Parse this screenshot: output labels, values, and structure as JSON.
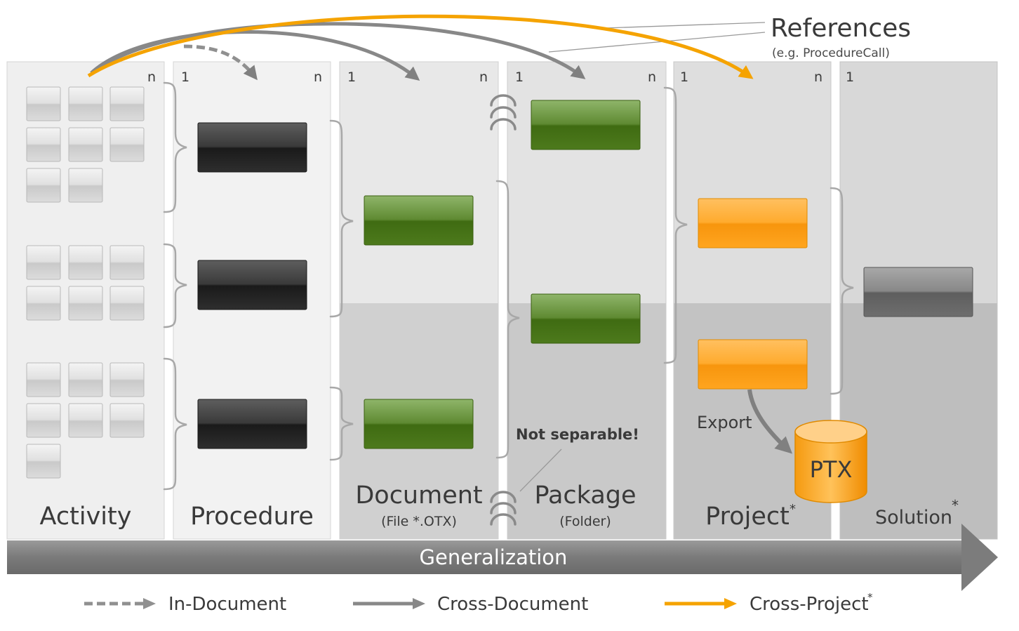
{
  "columns": [
    {
      "id": "activity",
      "label": "Activity",
      "sublabel": "",
      "left_mult": "",
      "right_mult": "n"
    },
    {
      "id": "procedure",
      "label": "Procedure",
      "sublabel": "",
      "left_mult": "1",
      "right_mult": "n"
    },
    {
      "id": "document",
      "label": "Document",
      "sublabel": "(File *.OTX)",
      "left_mult": "1",
      "right_mult": "n"
    },
    {
      "id": "package",
      "label": "Package",
      "sublabel": "(Folder)",
      "left_mult": "1",
      "right_mult": "n"
    },
    {
      "id": "project",
      "label": "Project",
      "sublabel": "",
      "left_mult": "1",
      "right_mult": "n"
    },
    {
      "id": "solution",
      "label": "Solution",
      "sublabel": "",
      "left_mult": "1",
      "right_mult": ""
    }
  ],
  "star": "*",
  "references": {
    "title": "References",
    "subtitle": "(e.g. ProcedureCall)"
  },
  "generalization": "Generalization",
  "not_separable": "Not separable!",
  "export": "Export",
  "ptx": "PTX",
  "legend": [
    {
      "label": "In-Document",
      "style": "dashed-gray"
    },
    {
      "label": "Cross-Document",
      "style": "solid-gray"
    },
    {
      "label": "Cross-Project",
      "style": "solid-orange",
      "star": "*"
    }
  ],
  "colors": {
    "procedure_box": "#2b2b2b",
    "document_box": "#4a7a1a",
    "project_box": "#f59a10",
    "solution_box": "#6b6b6b",
    "reference_gray": "#808080",
    "reference_orange": "#f5a300",
    "text": "#3a3a3a"
  }
}
